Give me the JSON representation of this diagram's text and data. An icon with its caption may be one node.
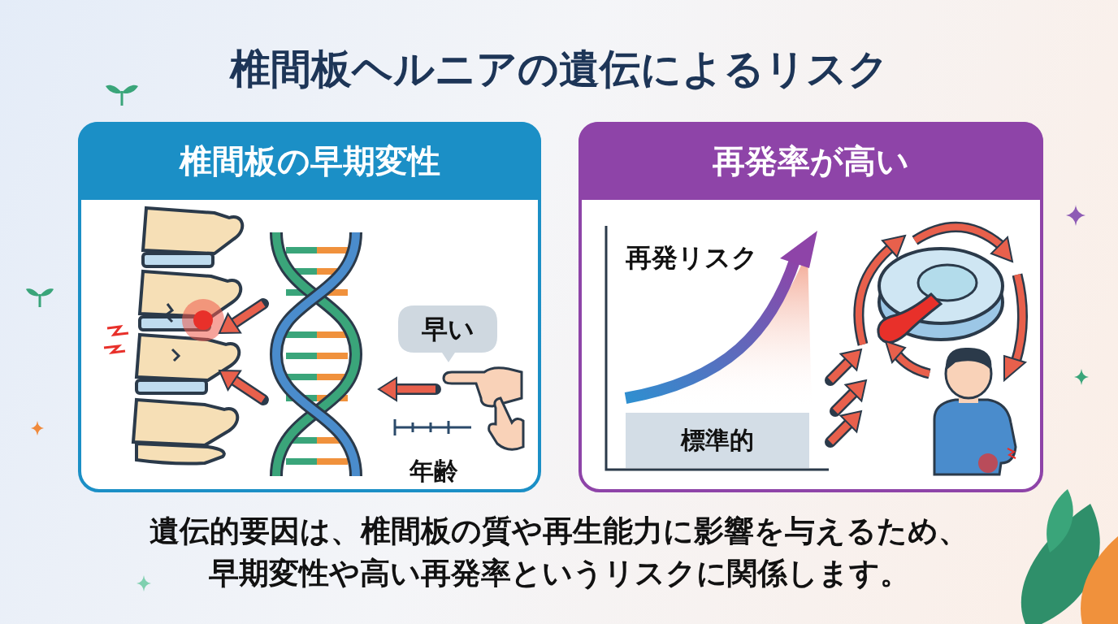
{
  "diagram": {
    "title": "椎間板ヘルニアの遺伝によるリスク",
    "nodes": [
      {
        "text": [
          "椎間板の早期変性"
        ]
      },
      {
        "text": [
          "再発率が高い"
        ]
      },
      {
        "text": [
          "早い"
        ],
        "in": 0
      },
      {
        "text": [
          "標準的"
        ],
        "in": 1
      }
    ],
    "labels": [
      "年齢",
      "再発リスク"
    ],
    "caption": "遺伝的要因は、椎間板の質や再生能力に影響を与えるため、早期変性や高い再発率というリスクに関係します。"
  }
}
